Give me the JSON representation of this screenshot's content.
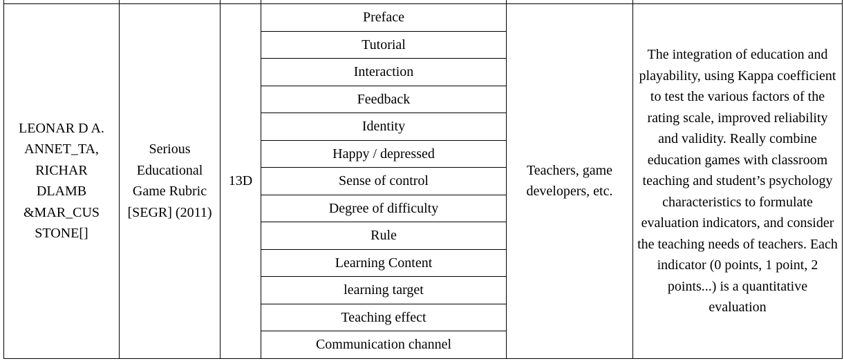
{
  "authors": "LEONAR D A. ANNET_TA, RICHAR DLAMB &MAR_CUS STONE[]",
  "scale_name": "Serious Educational Game Rubric [SEGR] (2011)",
  "dimension_count": "13D",
  "dimensions": [
    "Preface",
    "Tutorial",
    "Interaction",
    "Feedback",
    "Identity",
    "Happy / depressed",
    "Sense of control",
    "Degree of difficulty",
    "Rule",
    "Learning Content",
    "learning target",
    "Teaching effect",
    "Communication channel"
  ],
  "target_users": "Teachers, game developers, etc.",
  "description": "The integration of education and playability, using Kappa coefficient to test the various factors of the rating scale, improved reliability and validity. Really combine education games with classroom teaching and student’s psychology characteristics to formulate evaluation indicators, and consider the teaching needs of teachers. Each indicator (0 points, 1 point, 2 points...) is a quantitative evaluation"
}
